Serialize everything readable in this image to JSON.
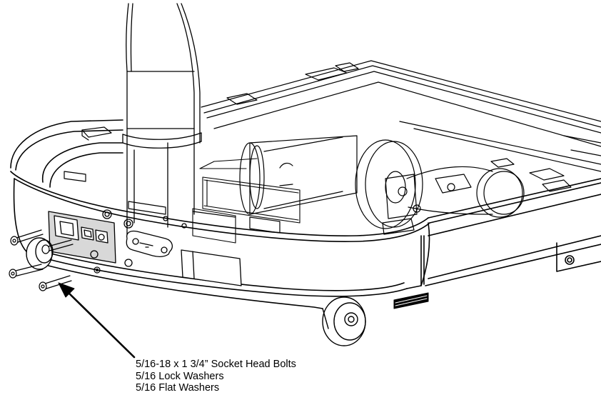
{
  "callout": {
    "lines": [
      "5/16-18 x 1 3/4” Socket Head Bolts",
      "5/16 Lock Washers",
      "5/16 Flat Washers"
    ]
  },
  "colors": {
    "line": "#000000",
    "panel_shade": "#d8d8d8",
    "background": "#ffffff"
  },
  "icons": {
    "arrow": "arrow-up-left-icon",
    "bolt": "socket-head-bolt-icon"
  }
}
